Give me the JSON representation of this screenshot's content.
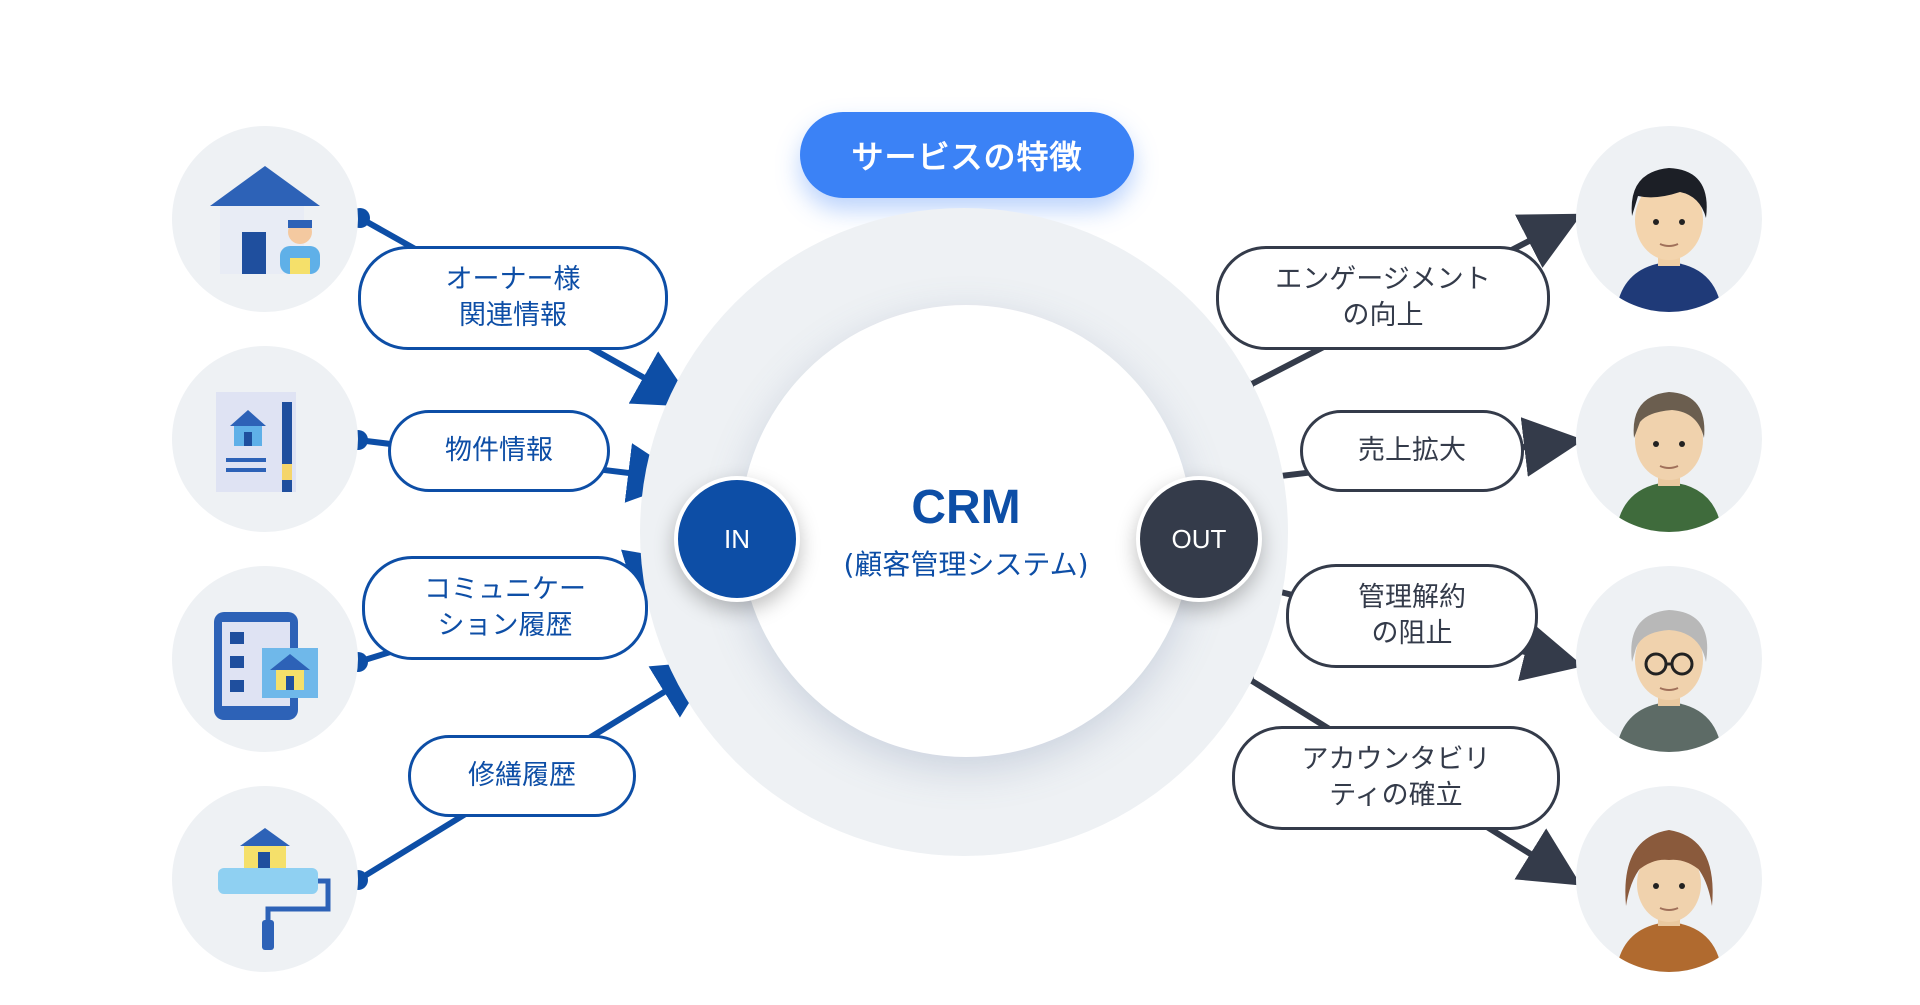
{
  "header": {
    "title": "サービスの特徴"
  },
  "center": {
    "title": "CRM",
    "subtitle": "(顧客管理システム)"
  },
  "in_node": {
    "label": "IN"
  },
  "out_node": {
    "label": "OUT"
  },
  "inputs": [
    {
      "label": "オーナー様\n関連情報",
      "icon": "owner-house-icon"
    },
    {
      "label": "物件情報",
      "icon": "property-document-icon"
    },
    {
      "label": "コミュニケー\nション履歴",
      "icon": "tablet-house-icon"
    },
    {
      "label": "修繕履歴",
      "icon": "paint-roller-house-icon"
    }
  ],
  "outputs": [
    {
      "label": "エンゲージメント\nの向上",
      "icon": "young-man-avatar-icon"
    },
    {
      "label": "売上拡大",
      "icon": "middle-aged-man-avatar-icon"
    },
    {
      "label": "管理解約\nの阻止",
      "icon": "elderly-man-glasses-avatar-icon"
    },
    {
      "label": "アカウンタビリ\nティの確立",
      "icon": "elderly-woman-avatar-icon"
    }
  ],
  "colors": {
    "in": "#0d4ea6",
    "out": "#343b4a",
    "accent": "#3b82f6",
    "ring": "#eef1f4"
  }
}
